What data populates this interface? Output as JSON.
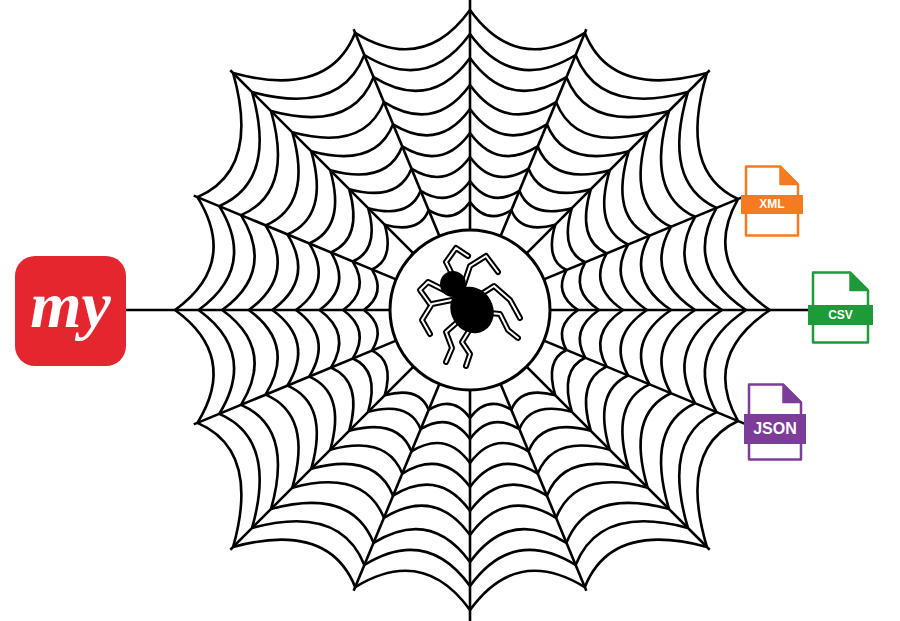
{
  "diagram": {
    "nodes": [
      {
        "text": [
          "my"
        ]
      },
      {
        "text": [
          "XML"
        ]
      },
      {
        "text": [
          "CSV"
        ]
      },
      {
        "text": [
          "JSON"
        ]
      }
    ]
  }
}
